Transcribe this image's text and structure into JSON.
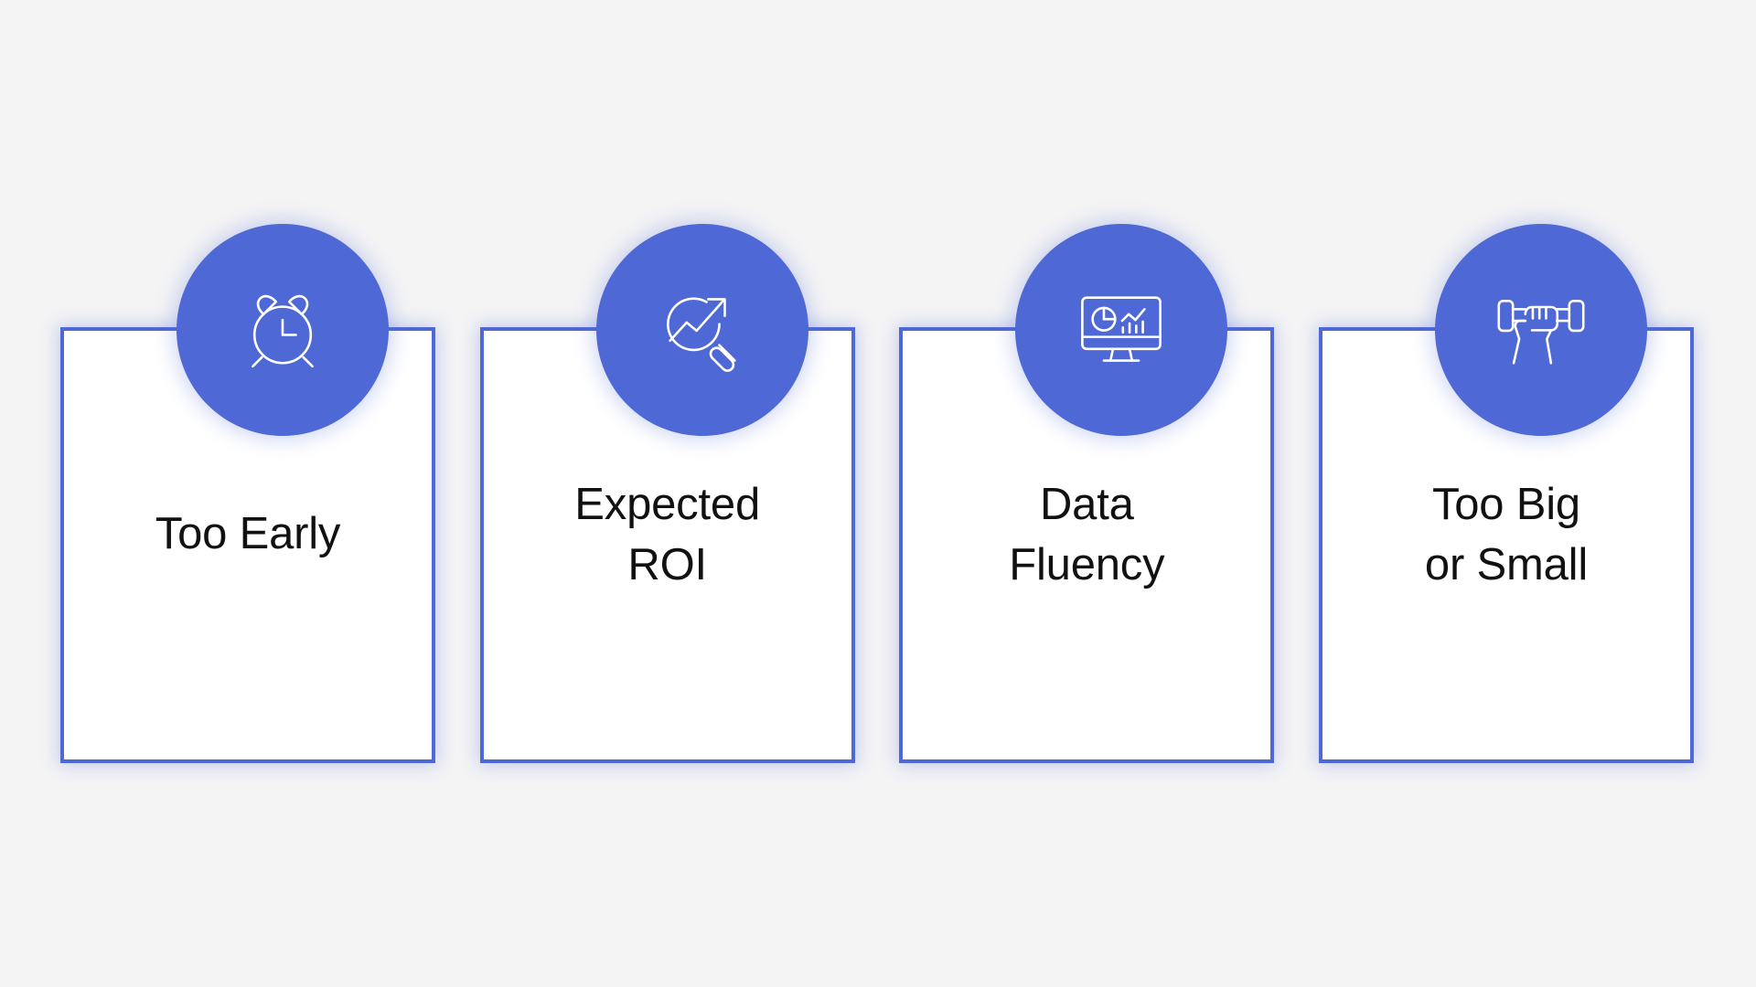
{
  "theme": {
    "background_color": "#f4f4f5",
    "accent_color": "#4e68d6",
    "card_background": "#ffffff",
    "card_border_color": "#4e68d6",
    "label_color": "#111111",
    "icon_color": "#ffffff"
  },
  "cards": [
    {
      "label": "Too Early",
      "icon_name": "alarm-clock-icon",
      "lines": 1
    },
    {
      "label": "Expected\nROI",
      "icon_name": "magnifier-trending-chart-icon",
      "lines": 2
    },
    {
      "label": "Data\nFluency",
      "icon_name": "monitor-dashboard-analytics-icon",
      "lines": 2
    },
    {
      "label": "Too Big\nor Small",
      "icon_name": "hand-lifting-dumbbell-icon",
      "lines": 2
    }
  ]
}
